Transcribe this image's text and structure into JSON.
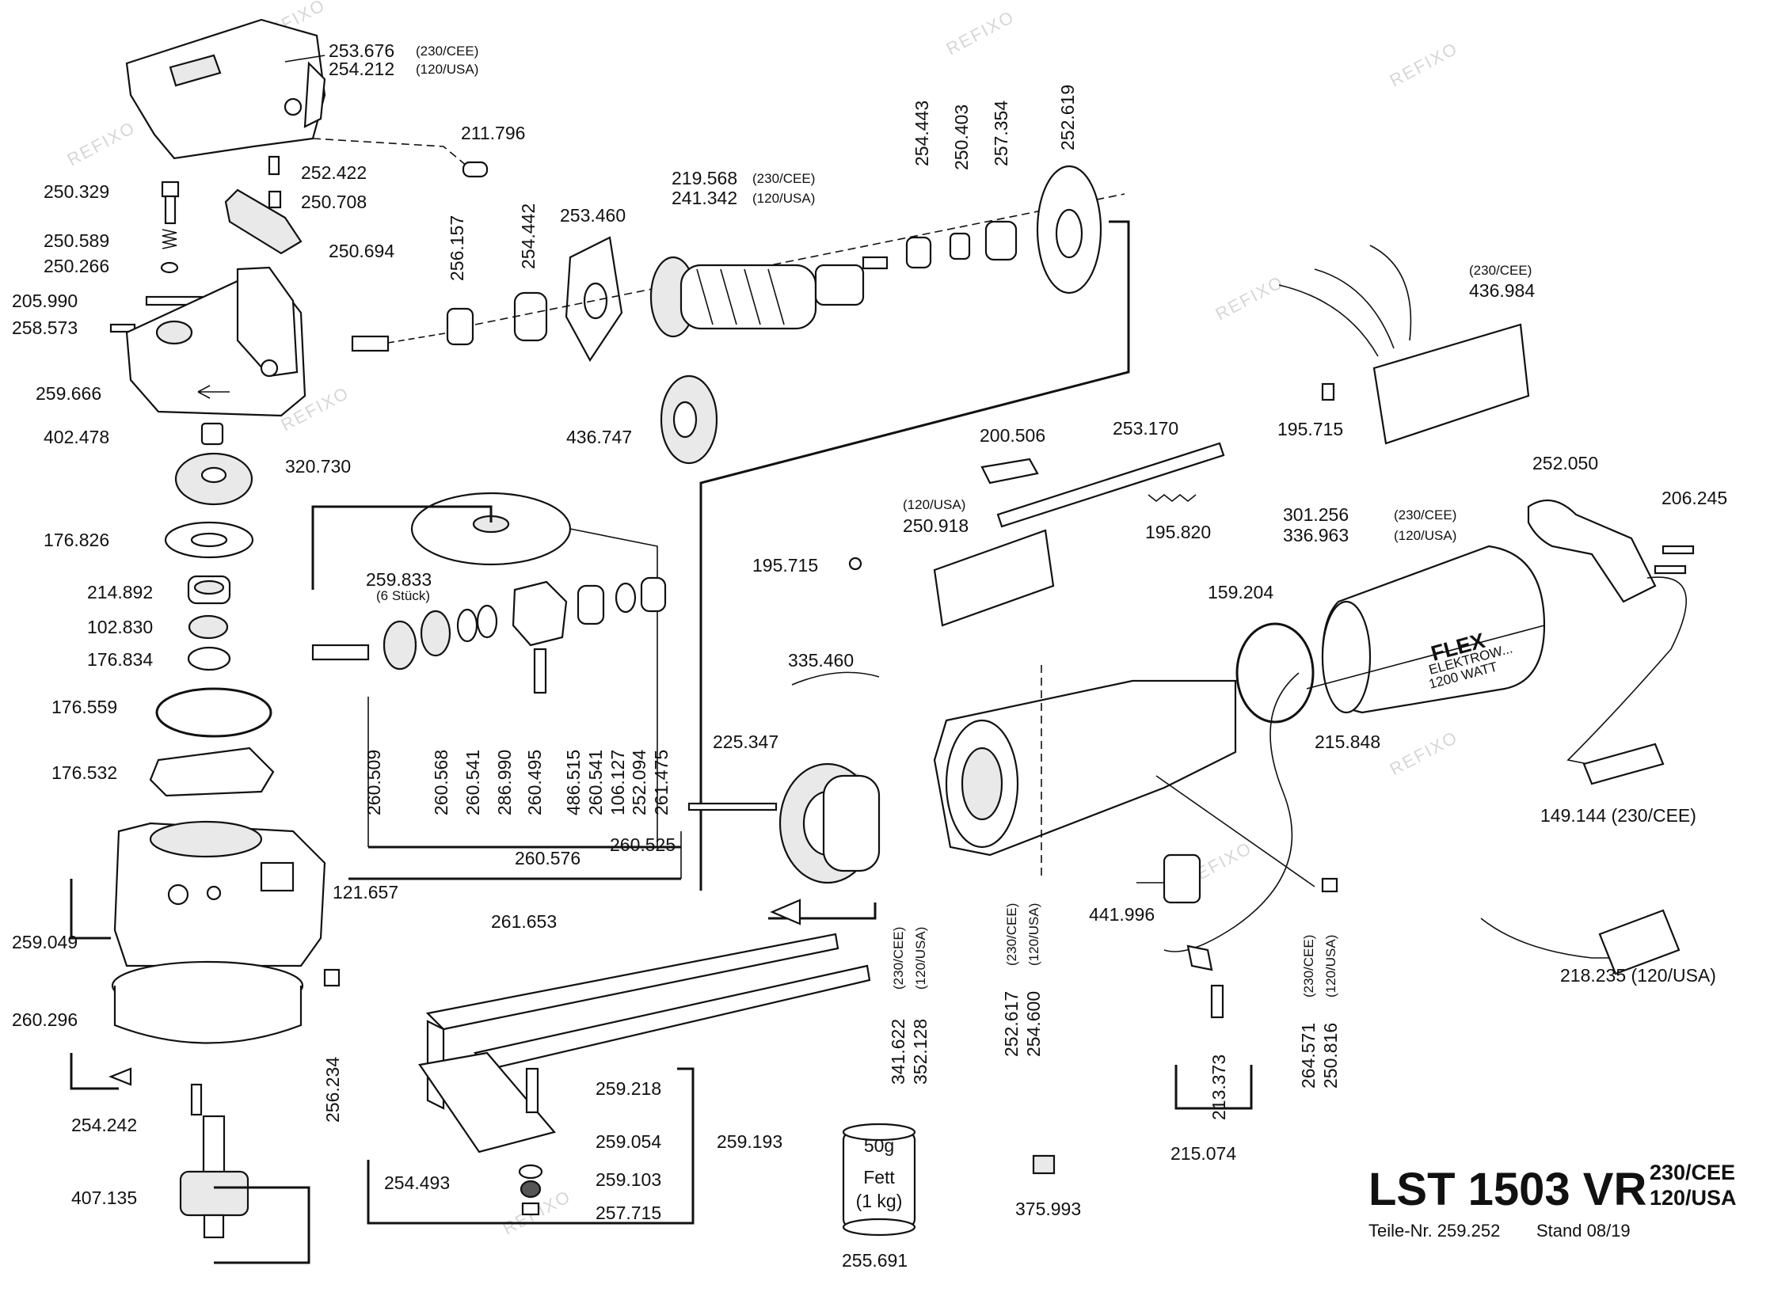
{
  "watermark": "REFIXO",
  "title": {
    "model": "LST 1503 VR",
    "variant1": "230/CEE",
    "variant2": "120/USA",
    "part_number": "Teile-Nr. 259.252",
    "stand": "Stand 08/19"
  },
  "grease_can": {
    "weight": "50g",
    "label1": "Fett",
    "label2": "(1 kg)"
  },
  "motor_housing_text": {
    "logo": "FLEX",
    "line1": "ELEKTROW...",
    "line2": "1200 WATT"
  },
  "labels": {
    "p253676": "253.676",
    "p253676_v": "(230/CEE)",
    "p254212": "254.212",
    "p254212_v": "(120/USA)",
    "p211796": "211.796",
    "p252422": "252.422",
    "p250329": "250.329",
    "p250708": "250.708",
    "p250589": "250.589",
    "p250694": "250.694",
    "p250266": "250.266",
    "p205990": "205.990",
    "p258573": "258.573",
    "p259666": "259.666",
    "p402478": "402.478",
    "p320730": "320.730",
    "p176826": "176.826",
    "p214892": "214.892",
    "p102830": "102.830",
    "p176834": "176.834",
    "p176559": "176.559",
    "p176532": "176.532",
    "p259049": "259.049",
    "p260296": "260.296",
    "p254242": "254.242",
    "p407135": "407.135",
    "p256234": "256.234",
    "p256157": "256.157",
    "p254442": "254.442",
    "p253460": "253.460",
    "p219568": "219.568",
    "p219568_v": "(230/CEE)",
    "p241342": "241.342",
    "p241342_v": "(120/USA)",
    "p436747": "436.747",
    "p254443": "254.443",
    "p250403": "250.403",
    "p257354": "257.354",
    "p252619": "252.619",
    "p259833": "259.833",
    "p259833_v": "(6 Stück)",
    "p260509": "260.509",
    "p260568": "260.568",
    "p260541a": "260.541",
    "p286990": "286.990",
    "p260495": "260.495",
    "p486515": "486.515",
    "p260541b": "260.541",
    "p106127": "106.127",
    "p252094": "252.094",
    "p261475": "261.475",
    "p260576": "260.576",
    "p260525": "260.525",
    "p121657": "121.657",
    "p261653": "261.653",
    "p259218": "259.218",
    "p259054": "259.054",
    "p259193": "259.193",
    "p254493": "254.493",
    "p259103": "259.103",
    "p257715": "257.715",
    "p255691": "255.691",
    "p375993": "375.993",
    "p200506": "200.506",
    "p253170": "253.170",
    "p250918_v": "(120/USA)",
    "p250918": "250.918",
    "p195820": "195.820",
    "p195715a": "195.715",
    "p335460": "335.460",
    "p225347": "225.347",
    "p341622": "341.622",
    "p341622_v": "(230/CEE)",
    "p352128": "352.128",
    "p352128_v": "(120/USA)",
    "p252617": "252.617",
    "p252617_v": "(230/CEE)",
    "p254600": "254.600",
    "p254600_v": "(120/USA)",
    "p441996": "441.996",
    "p213373": "213.373",
    "p215074": "215.074",
    "p264571": "264.571",
    "p264571_v": "(230/CEE)",
    "p250816": "250.816",
    "p250816_v": "(120/USA)",
    "p159204": "159.204",
    "p215848": "215.848",
    "p301256": "301.256",
    "p301256_v": "(230/CEE)",
    "p336963": "336.963",
    "p336963_v": "(120/USA)",
    "p252050": "252.050",
    "p206245": "206.245",
    "p436984_v": "(230/CEE)",
    "p436984": "436.984",
    "p195715b": "195.715",
    "p149144": "149.144 (230/CEE)",
    "p218235": "218.235 (120/USA)"
  }
}
